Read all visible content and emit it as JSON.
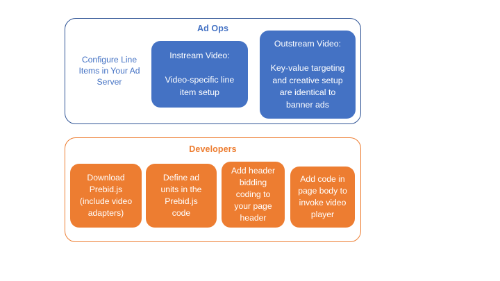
{
  "diagram": {
    "title_visible": false,
    "colors": {
      "blue_fill": "#4472C4",
      "blue_border": "#2E5395",
      "blue_text": "#4472C4",
      "orange_fill": "#ED7D31",
      "orange_border": "#ED7D31",
      "orange_text": "#ED7D31",
      "card_text": "#FFFFFF",
      "background": "#FFFFFF"
    },
    "groups": [
      {
        "id": "ad-ops",
        "title": "Ad Ops",
        "nodes": [
          {
            "id": "configure-line-items",
            "style": "plain-blue-text",
            "label": "Configure Line\nItems in Your Ad\nServer"
          },
          {
            "id": "instream-video",
            "style": "blue-card",
            "label": "Instream Video:\n\nVideo-specific line\nitem setup"
          },
          {
            "id": "outstream-video",
            "style": "blue-card",
            "label": "Outstream Video:\n\nKey-value targeting\nand creative setup\nare identical to\nbanner ads"
          }
        ]
      },
      {
        "id": "developers",
        "title": "Developers",
        "nodes": [
          {
            "id": "download-prebid",
            "style": "orange-card",
            "label": "Download\nPrebid.js\n(include video\nadapters)"
          },
          {
            "id": "define-ad-units",
            "style": "orange-card",
            "label": "Define ad\nunits in the\nPrebid.js\ncode"
          },
          {
            "id": "add-header-bidding",
            "style": "orange-card",
            "label": "Add header\nbidding\ncoding to\nyour page\nheader"
          },
          {
            "id": "add-code-page-body",
            "style": "orange-card",
            "label": "Add code in\npage body to\ninvoke video\nplayer"
          }
        ]
      }
    ]
  }
}
